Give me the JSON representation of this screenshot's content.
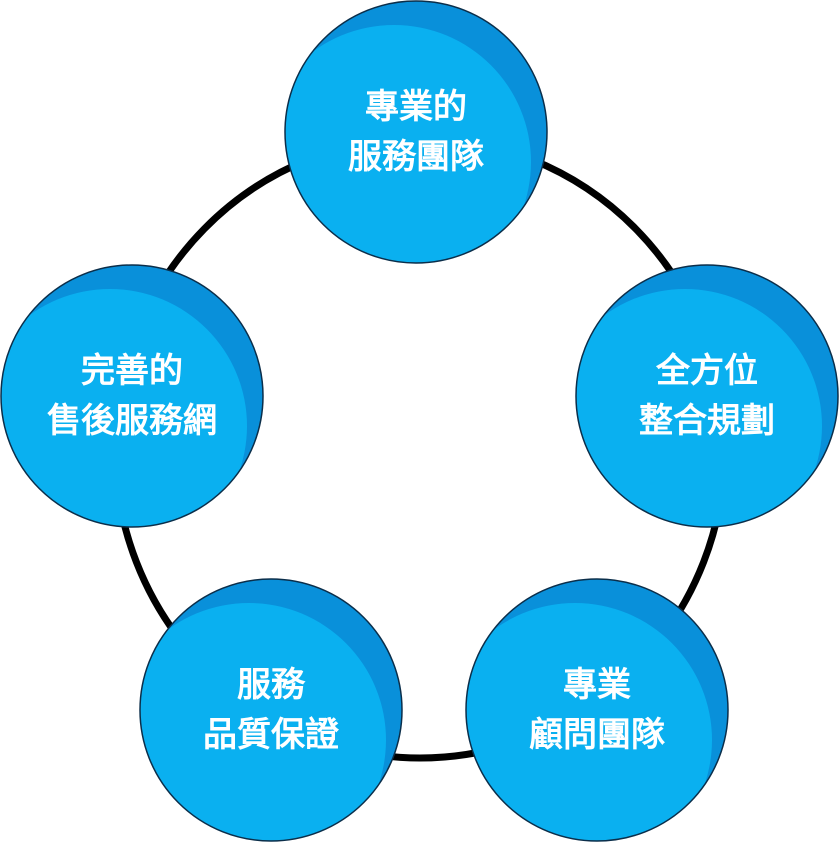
{
  "colors": {
    "ring": "#000000",
    "node_fill": "#0AB0F0",
    "node_shade": "#0990DA",
    "node_stroke": "#0B2E4A",
    "text": "#FFFFFF"
  },
  "nodes": [
    {
      "id": "team",
      "lines": [
        "專業的",
        "服務團隊"
      ]
    },
    {
      "id": "planning",
      "lines": [
        "全方位",
        "整合規劃"
      ]
    },
    {
      "id": "consultant",
      "lines": [
        "專業",
        "顧問團隊"
      ]
    },
    {
      "id": "quality",
      "lines": [
        "服務",
        "品質保證"
      ]
    },
    {
      "id": "aftersales",
      "lines": [
        "完善的",
        "售後服務網"
      ]
    }
  ]
}
